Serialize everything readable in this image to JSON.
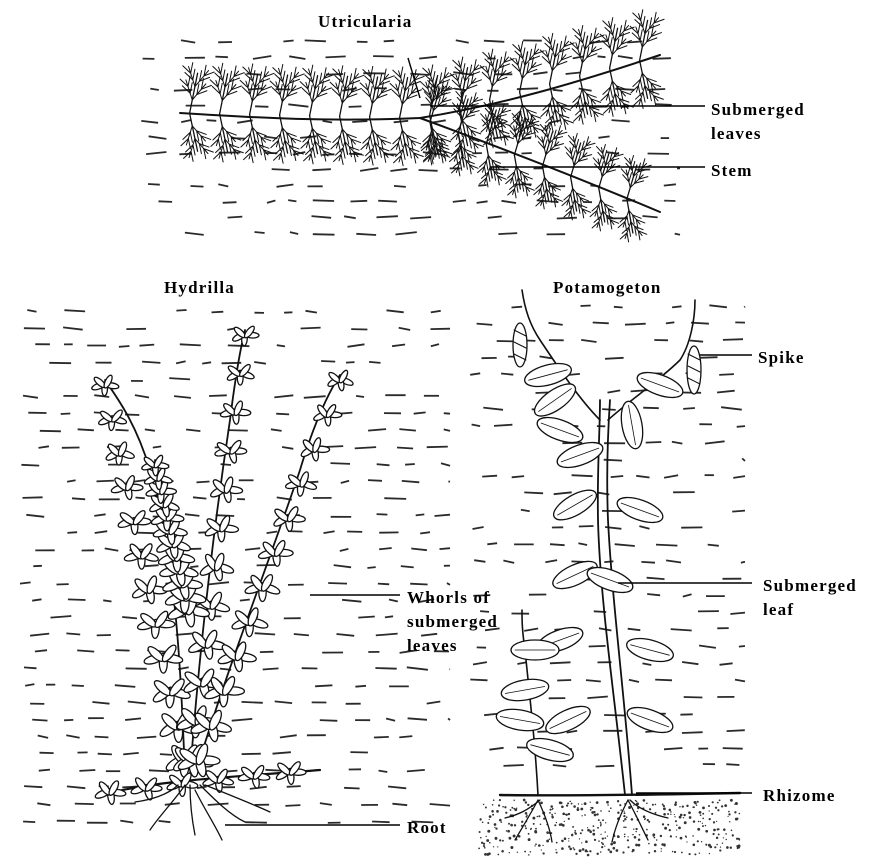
{
  "specimens": {
    "utricularia": {
      "name": "Utricularia",
      "labels": {
        "submerged_leaves_1": "Submerged",
        "submerged_leaves_2": "leaves",
        "stem": "Stem"
      }
    },
    "hydrilla": {
      "name": "Hydrilla",
      "labels": {
        "whorls_1": "Whorls of",
        "whorls_2": "submerged",
        "whorls_3": "leaves",
        "root": "Root"
      }
    },
    "potamogeton": {
      "name": "Potamogeton",
      "labels": {
        "spike": "Spike",
        "submerged_leaf_1": "Submerged",
        "submerged_leaf_2": "leaf",
        "rhizome": "Rhizome"
      }
    }
  }
}
